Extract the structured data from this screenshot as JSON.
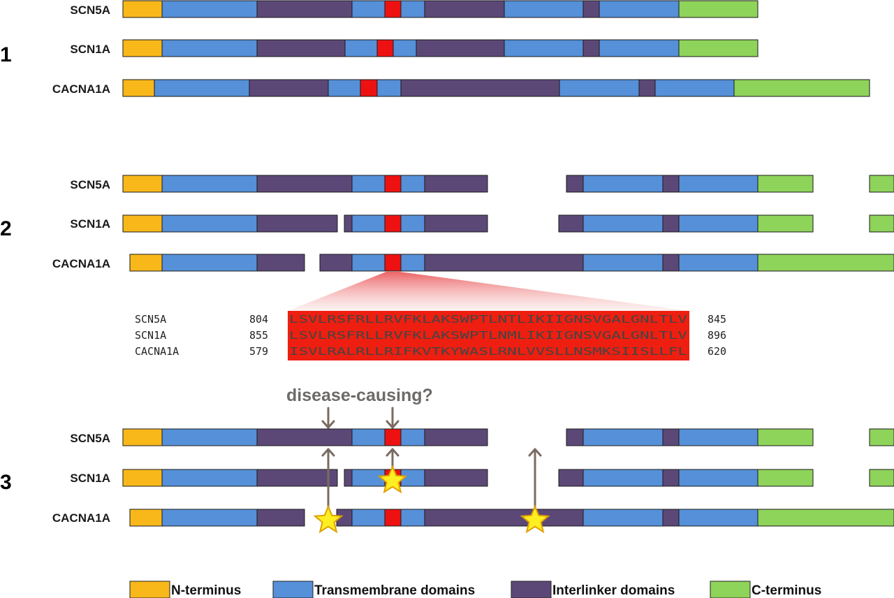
{
  "colors": {
    "n_terminus": "#f9b81a",
    "transmembrane": "#5590d8",
    "interlinker": "#5c4877",
    "c_terminus": "#8ed35a",
    "pore": "#ee1111",
    "arrow": "#7a6b60",
    "star": "#ffee22"
  },
  "panels": [
    {
      "number": "1",
      "genes": [
        {
          "name": "SCN5A",
          "segments": [
            [
              176,
              232,
              "n"
            ],
            [
              232,
              368,
              "tm"
            ],
            [
              368,
              504,
              "il"
            ],
            [
              504,
              551,
              "tm"
            ],
            [
              551,
              574,
              "pore"
            ],
            [
              574,
              608,
              "tm"
            ],
            [
              608,
              722,
              "il"
            ],
            [
              722,
              835,
              "tm"
            ],
            [
              835,
              858,
              "il"
            ],
            [
              858,
              972,
              "tm"
            ],
            [
              972,
              1085,
              "c"
            ]
          ]
        },
        {
          "name": "SCN1A",
          "segments": [
            [
              176,
              232,
              "n"
            ],
            [
              232,
              368,
              "tm"
            ],
            [
              368,
              494,
              "il"
            ],
            [
              494,
              540,
              "tm"
            ],
            [
              540,
              563,
              "pore"
            ],
            [
              563,
              596,
              "tm"
            ],
            [
              596,
              722,
              "il"
            ],
            [
              722,
              835,
              "tm"
            ],
            [
              835,
              858,
              "il"
            ],
            [
              858,
              972,
              "tm"
            ],
            [
              972,
              1085,
              "c"
            ]
          ]
        },
        {
          "name": "CACNA1A",
          "segments": [
            [
              176,
              221,
              "n"
            ],
            [
              221,
              357,
              "tm"
            ],
            [
              357,
              470,
              "il"
            ],
            [
              470,
              516,
              "tm"
            ],
            [
              516,
              540,
              "pore"
            ],
            [
              540,
              574,
              "tm"
            ],
            [
              574,
              801,
              "il"
            ],
            [
              801,
              915,
              "tm"
            ],
            [
              915,
              938,
              "il"
            ],
            [
              938,
              1051,
              "tm"
            ],
            [
              1051,
              1245,
              "c"
            ]
          ]
        }
      ]
    },
    {
      "number": "2",
      "genes": [
        {
          "name": "SCN5A",
          "segments": [
            [
              176,
              232,
              "n"
            ],
            [
              232,
              368,
              "tm"
            ],
            [
              368,
              504,
              "il"
            ],
            [
              504,
              551,
              "tm"
            ],
            [
              551,
              574,
              "pore"
            ],
            [
              574,
              608,
              "tm"
            ],
            [
              608,
              698,
              "il"
            ],
            [
              811,
              835,
              "il"
            ],
            [
              835,
              949,
              "tm"
            ],
            [
              949,
              972,
              "il"
            ],
            [
              972,
              1085,
              "tm"
            ],
            [
              1085,
              1164,
              "c"
            ],
            [
              1245,
              1280,
              "c"
            ]
          ]
        },
        {
          "name": "SCN1A",
          "segments": [
            [
              176,
              232,
              "n"
            ],
            [
              232,
              368,
              "tm"
            ],
            [
              368,
              483,
              "il"
            ],
            [
              493,
              504,
              "il"
            ],
            [
              504,
              551,
              "tm"
            ],
            [
              551,
              574,
              "pore"
            ],
            [
              574,
              608,
              "tm"
            ],
            [
              608,
              698,
              "il"
            ],
            [
              800,
              835,
              "il"
            ],
            [
              835,
              949,
              "tm"
            ],
            [
              949,
              972,
              "il"
            ],
            [
              972,
              1085,
              "tm"
            ],
            [
              1085,
              1164,
              "c"
            ],
            [
              1245,
              1280,
              "c"
            ]
          ]
        },
        {
          "name": "CACNA1A",
          "segments": [
            [
              186,
              232,
              "n"
            ],
            [
              232,
              368,
              "tm"
            ],
            [
              368,
              436,
              "il"
            ],
            [
              458,
              504,
              "il"
            ],
            [
              504,
              551,
              "tm"
            ],
            [
              551,
              574,
              "pore"
            ],
            [
              574,
              608,
              "tm"
            ],
            [
              608,
              835,
              "il"
            ],
            [
              835,
              949,
              "tm"
            ],
            [
              949,
              972,
              "il"
            ],
            [
              972,
              1085,
              "tm"
            ],
            [
              1085,
              1280,
              "c"
            ]
          ]
        }
      ]
    },
    {
      "number": "3",
      "genes": [
        {
          "name": "SCN5A",
          "segments": [
            [
              176,
              232,
              "n"
            ],
            [
              232,
              368,
              "tm"
            ],
            [
              368,
              504,
              "il"
            ],
            [
              504,
              551,
              "tm"
            ],
            [
              551,
              574,
              "pore"
            ],
            [
              574,
              608,
              "tm"
            ],
            [
              608,
              698,
              "il"
            ],
            [
              811,
              835,
              "il"
            ],
            [
              835,
              949,
              "tm"
            ],
            [
              949,
              972,
              "il"
            ],
            [
              972,
              1085,
              "tm"
            ],
            [
              1085,
              1164,
              "c"
            ],
            [
              1245,
              1280,
              "c"
            ]
          ]
        },
        {
          "name": "SCN1A",
          "segments": [
            [
              176,
              232,
              "n"
            ],
            [
              232,
              368,
              "tm"
            ],
            [
              368,
              483,
              "il"
            ],
            [
              493,
              504,
              "il"
            ],
            [
              504,
              551,
              "tm"
            ],
            [
              551,
              574,
              "pore"
            ],
            [
              574,
              608,
              "tm"
            ],
            [
              608,
              698,
              "il"
            ],
            [
              800,
              835,
              "il"
            ],
            [
              835,
              949,
              "tm"
            ],
            [
              949,
              972,
              "il"
            ],
            [
              972,
              1085,
              "tm"
            ],
            [
              1085,
              1164,
              "c"
            ],
            [
              1245,
              1280,
              "c"
            ]
          ]
        },
        {
          "name": "CACNA1A",
          "segments": [
            [
              186,
              232,
              "n"
            ],
            [
              232,
              368,
              "tm"
            ],
            [
              368,
              436,
              "il"
            ],
            [
              482,
              504,
              "il"
            ],
            [
              504,
              551,
              "tm"
            ],
            [
              551,
              574,
              "pore"
            ],
            [
              574,
              608,
              "tm"
            ],
            [
              608,
              835,
              "il"
            ],
            [
              835,
              949,
              "tm"
            ],
            [
              949,
              972,
              "il"
            ],
            [
              972,
              1085,
              "tm"
            ],
            [
              1085,
              1280,
              "c"
            ]
          ]
        }
      ]
    }
  ],
  "alignment": {
    "rows": [
      {
        "gene": "SCN5A",
        "start": "804",
        "seq": "LSVLRSFRLLRVFKLAKSWPTLNTLIKIIGNSVGALGNLTLV",
        "end": "845"
      },
      {
        "gene": "SCN1A",
        "start": "855",
        "seq": "LSVLRSFRLLRVFKLAKSWPTLNMLIKIIGNSVGALGNLTLV",
        "end": "896"
      },
      {
        "gene": "CACNA1A",
        "start": "579",
        "seq": "ISVLRALRLLRIFKVTKYWASLRNLVVSLLNSMKSIISLLFL",
        "end": "620"
      }
    ]
  },
  "annotation": "disease-causing?",
  "legend": [
    {
      "key": "n",
      "label": "N-terminus"
    },
    {
      "key": "tm",
      "label": "Transmembrane domains"
    },
    {
      "key": "il",
      "label": "Interlinker domains"
    },
    {
      "key": "c",
      "label": "C-terminus"
    }
  ]
}
